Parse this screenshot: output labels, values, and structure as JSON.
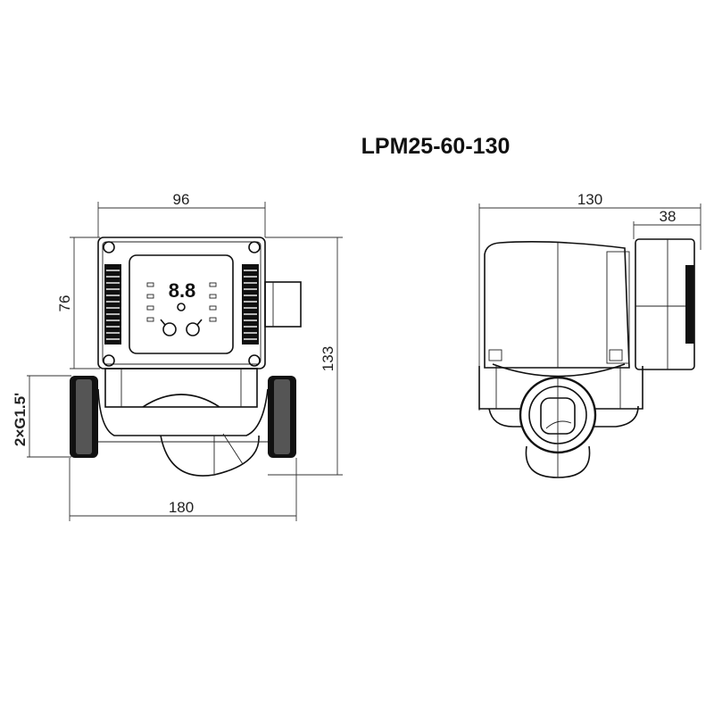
{
  "title": "LPM25-60-130",
  "front_view": {
    "dim_width": "96",
    "dim_box_height": "76",
    "dim_total_height": "133",
    "dim_thread": "2×G1.5'",
    "dim_length": "180",
    "display_digits": "8.8"
  },
  "side_view": {
    "dim_total_depth": "130",
    "dim_box_depth": "38"
  }
}
